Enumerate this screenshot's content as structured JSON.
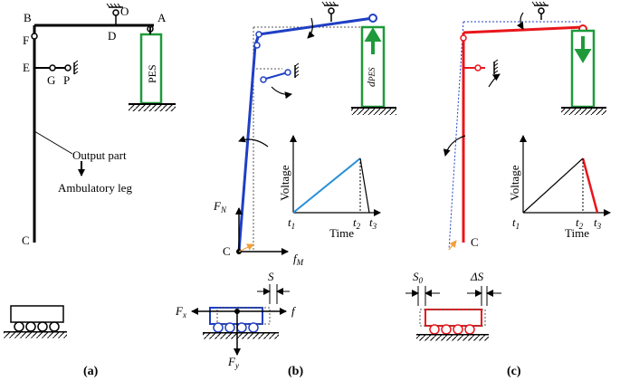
{
  "panel_a": {
    "pt_B": "B",
    "pt_O": "O",
    "pt_A": "A",
    "pt_D": "D",
    "pt_F": "F",
    "pt_E": "E",
    "pt_G": "G",
    "pt_P": "P",
    "pt_C": "C",
    "pes": "PES",
    "output_part": "Output part",
    "ambulatory_leg": "Ambulatory leg",
    "caption": "(a)"
  },
  "panel_b": {
    "d_main": "d",
    "d_sub": "PES",
    "fn_main": "F",
    "fn_sub": "N",
    "fm_main": "f",
    "fm_sub": "M",
    "pt_C": "C",
    "ylabel": "Voltage",
    "xlabel": "Time",
    "t1": "t",
    "t1_sub": "1",
    "t2": "t",
    "t2_sub": "2",
    "t3": "t",
    "t3_sub": "3",
    "S": "S",
    "Fx_main": "F",
    "Fx_sub": "x",
    "Fy_main": "F",
    "Fy_sub": "y",
    "f": "f",
    "caption": "(b)"
  },
  "panel_c": {
    "pt_C": "C",
    "ylabel": "Voltage",
    "xlabel": "Time",
    "t1": "t",
    "t1_sub": "1",
    "t2": "t",
    "t2_sub": "2",
    "t3": "t",
    "t3_sub": "3",
    "S0_main": "S",
    "S0_sub": "0",
    "dS": "ΔS",
    "caption": "(c)"
  },
  "colors": {
    "line": "#000000",
    "blue": "#1f3fc4",
    "graph_blue": "#2a8fd8",
    "red": "#e8161b",
    "green": "#1e9a3a",
    "orange": "#f0a040"
  }
}
